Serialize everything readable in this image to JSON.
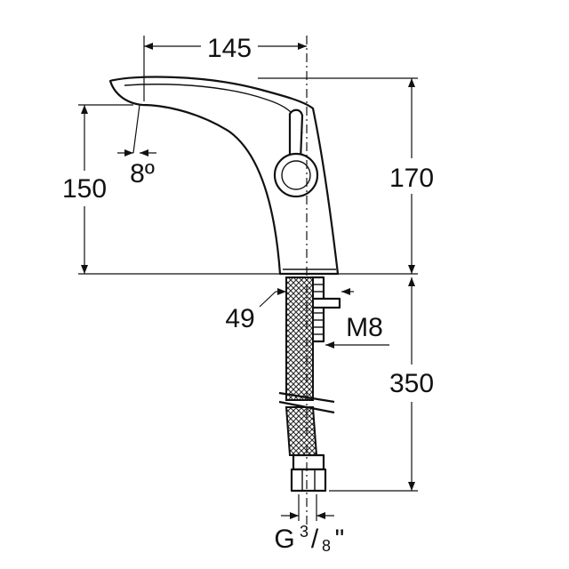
{
  "dimensions": {
    "spout_reach": "145",
    "spout_height": "150",
    "tap_height": "170",
    "hose_length": "350",
    "base_diameter": "49",
    "thread_size": "M8",
    "spout_angle": "8º",
    "connection_prefix": "G",
    "connection_num": "3",
    "connection_sep": "/",
    "connection_den": "8",
    "connection_suffix": "\""
  }
}
